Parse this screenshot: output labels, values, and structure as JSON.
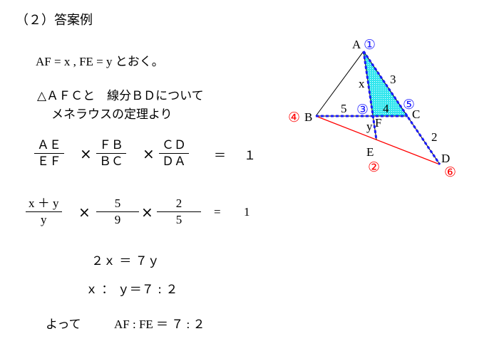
{
  "heading": "（２）答案例",
  "intro": "AF = x ,  FE = y とおく。",
  "line1": "△ＡＦＣと　線分ＢＤについて",
  "line2": "メネラウスの定理より",
  "eq1": {
    "f1": [
      "ＡＥ",
      "ＥＦ"
    ],
    "f2": [
      "ＦＢ",
      "ＢＣ"
    ],
    "f3": [
      "ＣＤ",
      "ＤＡ"
    ],
    "times": "×",
    "equals": "＝",
    "rhs": "１"
  },
  "eq2": {
    "f1": [
      "x ＋ y",
      "y"
    ],
    "f2": [
      "5",
      "9"
    ],
    "f3": [
      "2",
      "5"
    ],
    "times": "×",
    "equals": "=",
    "rhs": "1"
  },
  "eq3": "２ｘ ＝ ７ｙ",
  "eq4": "ｘ ： ｙ＝７ : ２",
  "conclusion_prefix": "よって",
  "conclusion": "AF : FE ＝ ７ : ２",
  "diagram": {
    "points": {
      "A": "A",
      "B": "B",
      "C": "C",
      "D": "D",
      "E": "E",
      "F": "F"
    },
    "lengths": {
      "x": "x",
      "y": "y",
      "bf": "5",
      "fc": "4",
      "ac": "3",
      "cd": "2"
    },
    "steps": {
      "s1": "①",
      "s2": "②",
      "s3": "③",
      "s4": "④",
      "s5": "⑤",
      "s6": "⑥"
    },
    "colors": {
      "blue": "#1a1aff",
      "red": "#ff0000",
      "fill": "#33e6ee"
    }
  }
}
